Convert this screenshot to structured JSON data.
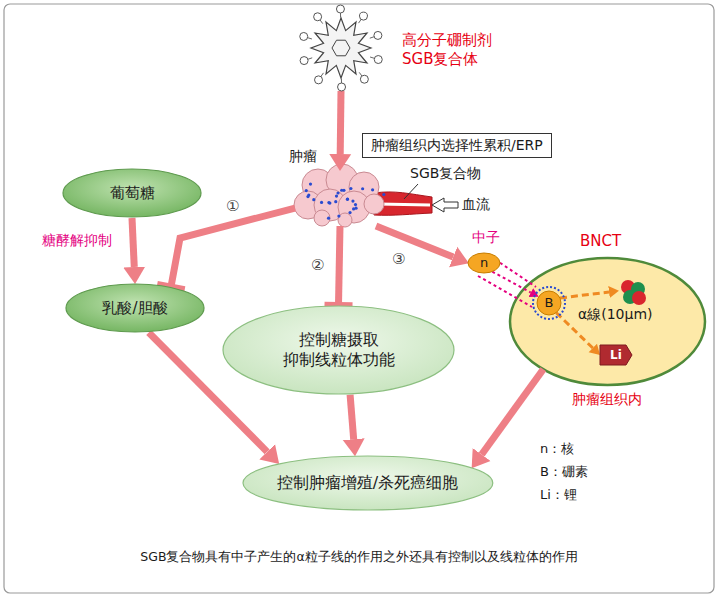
{
  "diagram": {
    "caption": "SGB复合物具有中子产生的α粒子线的作用之外还具有控制以及线粒体的作用",
    "nodes": [
      {
        "text": [
          "高分子硼制剂 SGB复合体"
        ]
      },
      {
        "text": [
          "肿瘤"
        ]
      },
      {
        "text": [
          "葡萄糖"
        ]
      },
      {
        "text": [
          "乳酸/胆酸"
        ]
      },
      {
        "text": [
          "控制糖摄取 抑制线粒体功能"
        ]
      },
      {
        "text": [
          "控制肿瘤增殖/杀死癌细胞"
        ]
      },
      {
        "text": [
          "BNCT",
          "肿瘤组织内"
        ]
      },
      {
        "text": [
          "中子",
          "n"
        ]
      },
      {
        "text": [
          "B"
        ],
        "in": 6
      },
      {
        "text": [
          "Li"
        ],
        "in": 6
      }
    ],
    "edges": [
      {
        "from": 0,
        "to": 1,
        "arrow": "to"
      },
      {
        "from": 2,
        "to": 3,
        "arrow": "to"
      },
      {
        "from": 1,
        "to": 3,
        "arrow": "to"
      },
      {
        "from": 1,
        "to": 4,
        "arrow": "to"
      },
      {
        "from": 1,
        "to": 7,
        "arrow": "to"
      },
      {
        "from": 7,
        "to": 8,
        "arrow": "to"
      },
      {
        "from": 8,
        "to": 9,
        "arrow": "to"
      },
      {
        "from": 3,
        "to": 5,
        "arrow": "to"
      },
      {
        "from": 4,
        "to": 5,
        "arrow": "to"
      },
      {
        "from": 6,
        "to": 5,
        "arrow": "to"
      }
    ],
    "labels": [
      "肿瘤组织内选择性累积/ERP",
      "SGB复合物",
      "血流",
      "①",
      "②",
      "③",
      "糖酵解抑制",
      "α線(10μm)",
      "n：核",
      "B：硼素",
      "Li：锂"
    ]
  }
}
